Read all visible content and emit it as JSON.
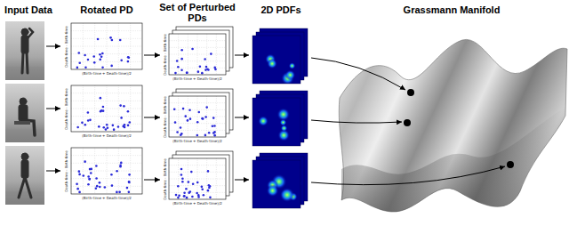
{
  "diagram": {
    "labels": [
      "Input Data",
      "Rotated PD",
      "Set of Perturbed PDs",
      "2D PDFs",
      "Grassmann Manifold",
      "Death-time - Birth-time",
      "(Birth-time + Death-time)/2",
      "Death-time - Birth-time",
      "(Birth-time + Death-time)/2",
      "Death-time - Birth-time",
      "(Birth-time + Death-time)/2",
      "Death-time - Birth-time",
      "(Birth-time + Death-time)/2",
      "Death-time - Birth-time",
      "(Birth-time + Death-time)/2",
      "Death-time - Birth-time",
      "(Birth-time + Death-time)/2"
    ]
  }
}
